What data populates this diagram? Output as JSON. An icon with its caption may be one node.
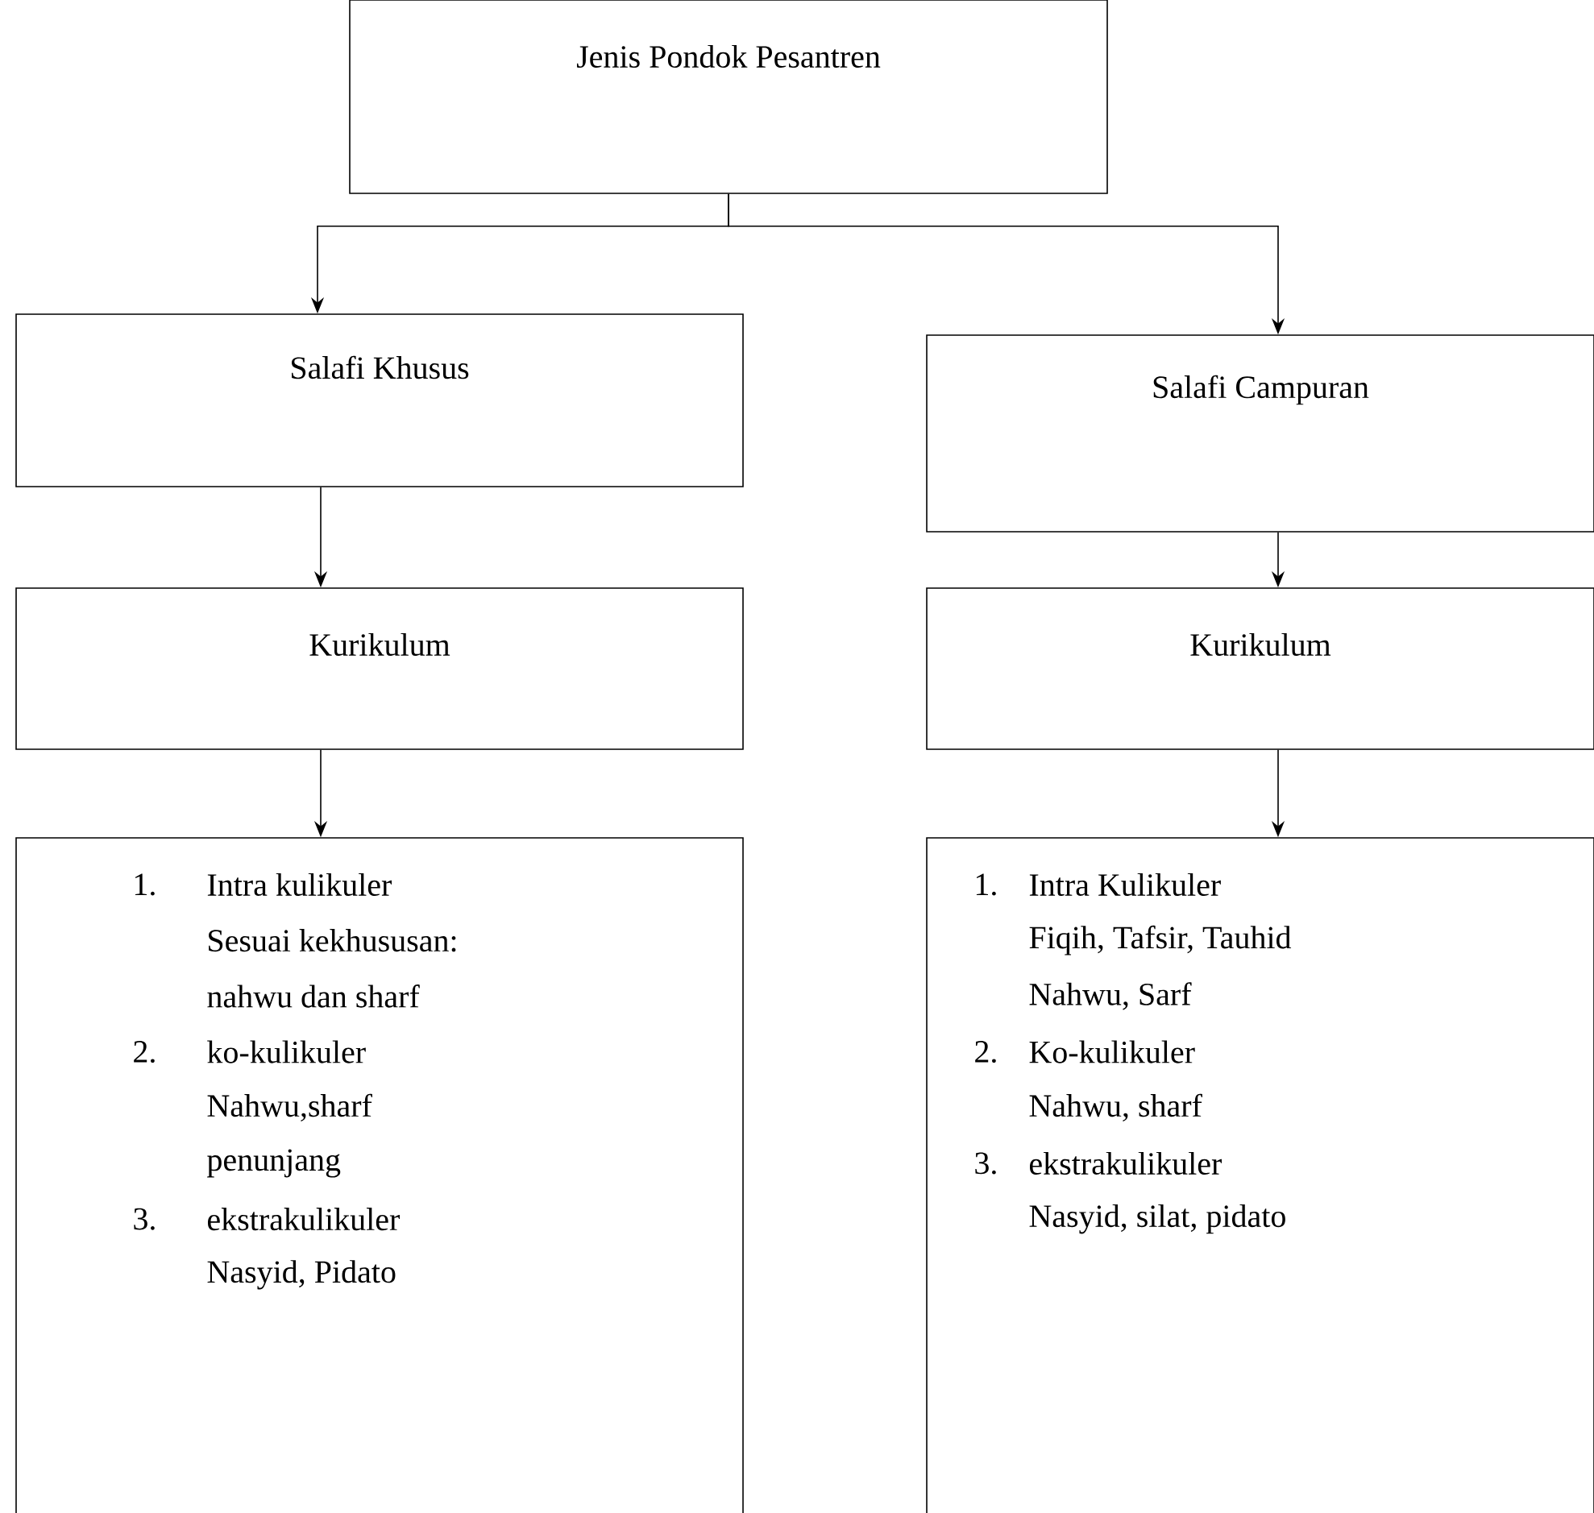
{
  "diagram": {
    "nodes": [
      {
        "text": [
          "Jenis Pondok Pesantren"
        ]
      },
      {
        "text": [
          "Salafi Khusus"
        ]
      },
      {
        "text": [
          "Salafi Campuran"
        ]
      },
      {
        "text": [
          "Kurikulum"
        ]
      },
      {
        "text": [
          "Kurikulum"
        ]
      },
      {
        "text": [
          "1.",
          "Intra kulikuler",
          "Sesuai kekhususan:",
          "nahwu dan sharf",
          "2.",
          "ko-kulikuler",
          "Nahwu,sharf",
          "penunjang",
          "3.",
          "ekstrakulikuler",
          "Nasyid, Pidato"
        ]
      },
      {
        "text": [
          "1.",
          "Intra Kulikuler",
          "Fiqih,  Tafsir,  Tauhid",
          "Nahwu, Sarf",
          "2.",
          "Ko-kulikuler",
          "Nahwu, sharf",
          "3.",
          "ekstrakulikuler",
          "Nasyid, silat, pidato"
        ]
      }
    ],
    "edges": [
      {
        "from": 0,
        "to": 1,
        "arrow": "to"
      },
      {
        "from": 0,
        "to": 2,
        "arrow": "to"
      },
      {
        "from": 1,
        "to": 3,
        "arrow": "to"
      },
      {
        "from": 2,
        "to": 4,
        "arrow": "to"
      },
      {
        "from": 3,
        "to": 5,
        "arrow": "to"
      },
      {
        "from": 4,
        "to": 6,
        "arrow": "to"
      }
    ]
  }
}
